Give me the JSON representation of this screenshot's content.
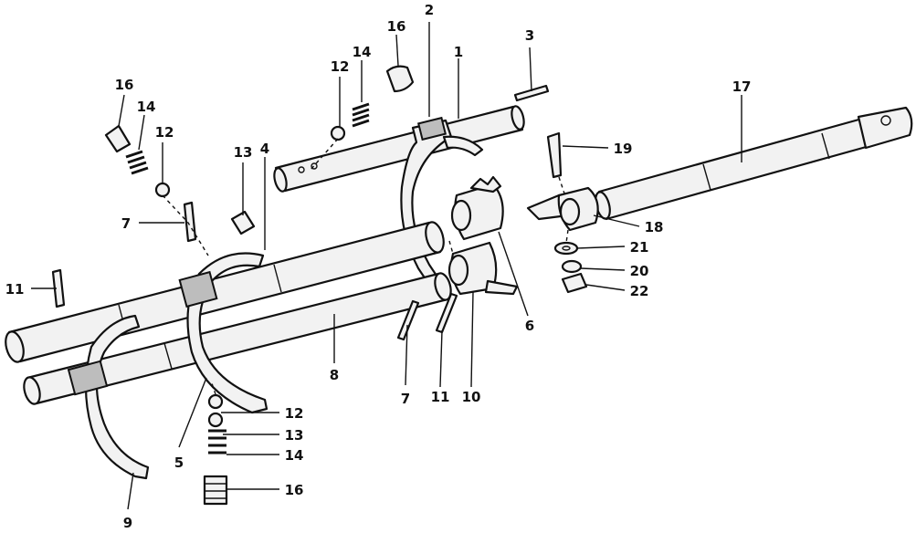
{
  "callouts": [
    {
      "id": "c1",
      "text": "1"
    },
    {
      "id": "c2",
      "text": "2"
    },
    {
      "id": "c3",
      "text": "3"
    },
    {
      "id": "c4",
      "text": "4"
    },
    {
      "id": "c5",
      "text": "5"
    },
    {
      "id": "c6",
      "text": "6"
    },
    {
      "id": "c7a",
      "text": "7"
    },
    {
      "id": "c7b",
      "text": "7"
    },
    {
      "id": "c8",
      "text": "8"
    },
    {
      "id": "c9",
      "text": "9"
    },
    {
      "id": "c10",
      "text": "10"
    },
    {
      "id": "c11a",
      "text": "11"
    },
    {
      "id": "c11b",
      "text": "11"
    },
    {
      "id": "c12a",
      "text": "12"
    },
    {
      "id": "c12b",
      "text": "12"
    },
    {
      "id": "c12c",
      "text": "12"
    },
    {
      "id": "c13a",
      "text": "13"
    },
    {
      "id": "c13b",
      "text": "13"
    },
    {
      "id": "c14a",
      "text": "14"
    },
    {
      "id": "c14b",
      "text": "14"
    },
    {
      "id": "c14c",
      "text": "14"
    },
    {
      "id": "c16a",
      "text": "16"
    },
    {
      "id": "c16b",
      "text": "16"
    },
    {
      "id": "c16c",
      "text": "16"
    },
    {
      "id": "c17",
      "text": "17"
    },
    {
      "id": "c18",
      "text": "18"
    },
    {
      "id": "c19",
      "text": "19"
    },
    {
      "id": "c20",
      "text": "20"
    },
    {
      "id": "c21",
      "text": "21"
    },
    {
      "id": "c22",
      "text": "22"
    }
  ]
}
